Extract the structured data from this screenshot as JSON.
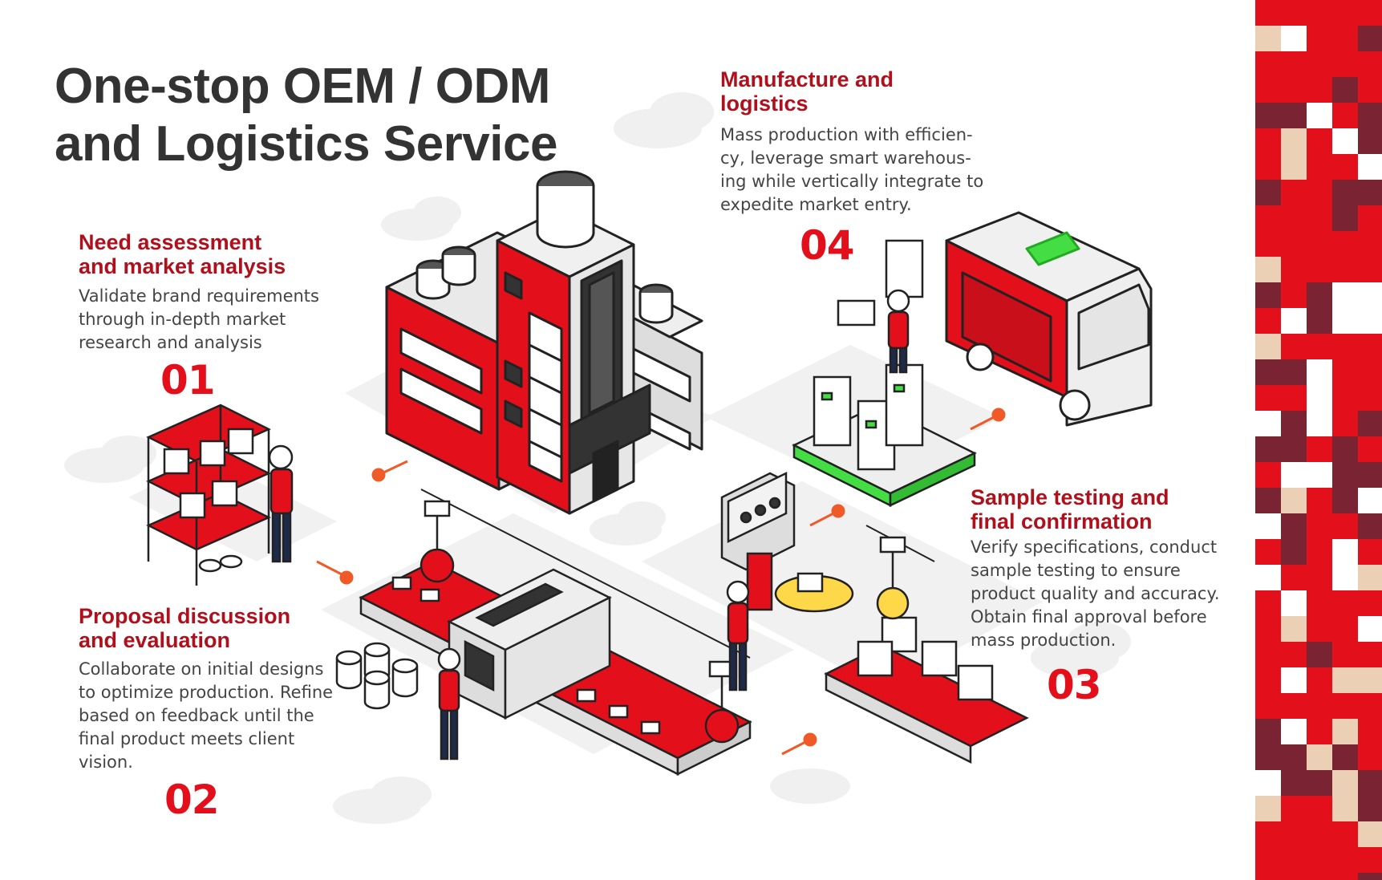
{
  "title": {
    "line1": "One-stop OEM / ODM",
    "line2": "and Logistics Service"
  },
  "steps": [
    {
      "number": "01",
      "heading_lines": [
        "Need assessment",
        "and market analysis"
      ],
      "description_lines": [
        "Validate brand requirements",
        "through in-depth market",
        "research and analysis"
      ]
    },
    {
      "number": "02",
      "heading_lines": [
        "Proposal discussion",
        "and evaluation"
      ],
      "description_lines": [
        "Collaborate on initial designs",
        "to optimize production. Refine",
        "based on feedback until the",
        "final product meets client",
        "vision."
      ]
    },
    {
      "number": "03",
      "heading_lines": [
        "Sample testing and",
        "final confirmation"
      ],
      "description_lines": [
        "Verify specifications, conduct",
        "sample testing to ensure",
        "product quality and accuracy.",
        "Obtain final approval before",
        "mass production."
      ]
    },
    {
      "number": "04",
      "heading_lines": [
        "Manufacture and",
        "logistics"
      ],
      "description_lines": [
        "Mass production with efficien-",
        "cy, leverage smart warehous-",
        "ing while vertically integrate to",
        "expedite market entry."
      ]
    }
  ],
  "colors": {
    "brand_red": "#e3101c",
    "heading_red": "#b0101c",
    "dark_text": "#333333",
    "body_text": "#444444",
    "maroon": "#7a2332",
    "beige": "#ecd0b6",
    "accent_orange": "#f05a28",
    "green_highlight": "#44dd44",
    "yellow": "#ffd84a"
  }
}
